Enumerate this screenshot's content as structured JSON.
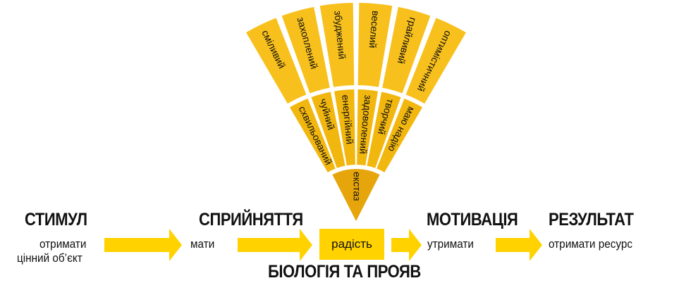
{
  "stages": [
    {
      "title": "СТИМУЛ",
      "text": [
        "отримати",
        "цінний об’єкт"
      ]
    },
    {
      "title": "СПРИЙНЯТТЯ",
      "text": [
        "мати"
      ]
    },
    {
      "title": "МОТИВАЦІЯ",
      "text": [
        "утримати"
      ]
    },
    {
      "title": "РЕЗУЛЬТАТ",
      "text": [
        "отримати ресурс"
      ]
    }
  ],
  "center_emotion": "радість",
  "bottom_title": "БІОЛОГІЯ ТА ПРОЯВ",
  "fan": {
    "core": "екстаз",
    "middle_ring": [
      "схвильований",
      "чуйний",
      "енергійний",
      "задоволений",
      "творчий",
      "маю надію"
    ],
    "outer_ring": [
      "сміливий",
      "захоплений",
      "збуджений",
      "веселий",
      "грайливий",
      "оптимістичний"
    ]
  },
  "colors": {
    "outer": "#f8c01c",
    "middle": "#f2b70f",
    "core": "#e6a50b",
    "arrow": "#ffd200"
  }
}
